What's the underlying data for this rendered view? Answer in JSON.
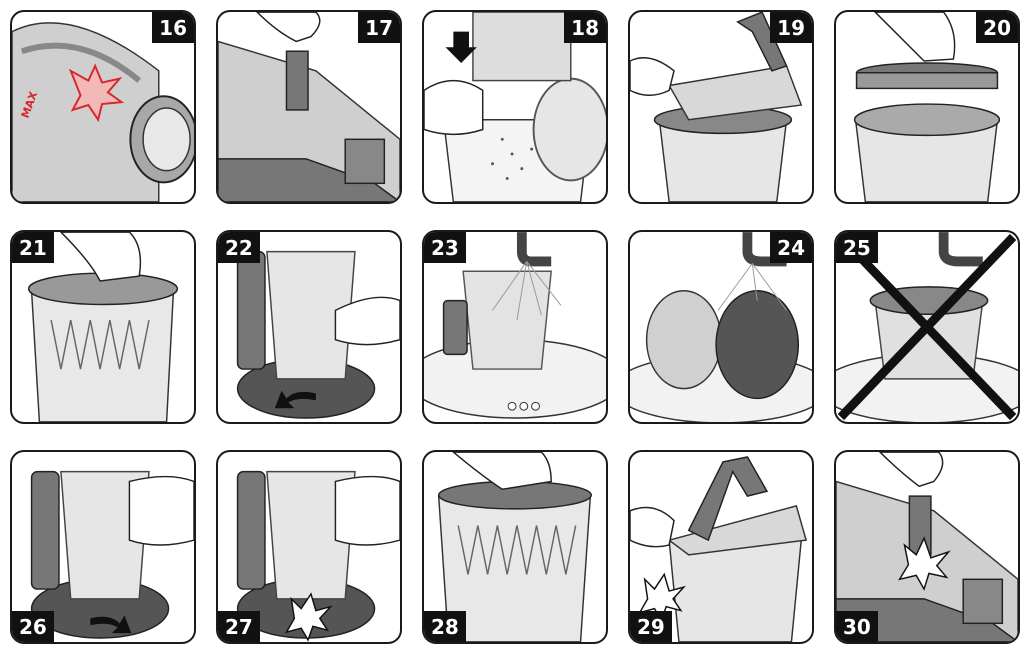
{
  "steps": [
    {
      "number": "16"
    },
    {
      "number": "17"
    },
    {
      "number": "18"
    },
    {
      "number": "19"
    },
    {
      "number": "20"
    },
    {
      "number": "21"
    },
    {
      "number": "22"
    },
    {
      "number": "23"
    },
    {
      "number": "24"
    },
    {
      "number": "25"
    },
    {
      "number": "26"
    },
    {
      "number": "27"
    },
    {
      "number": "28"
    },
    {
      "number": "29"
    },
    {
      "number": "30"
    }
  ],
  "labels": {
    "max_badge": "MAX"
  },
  "colors": {
    "outline": "#1a1a1a",
    "dark_gray": "#666666",
    "mid_gray": "#9a9a9a",
    "light_gray": "#d4d4d4",
    "accent_red": "#d8262e",
    "arrow": "#111111"
  }
}
